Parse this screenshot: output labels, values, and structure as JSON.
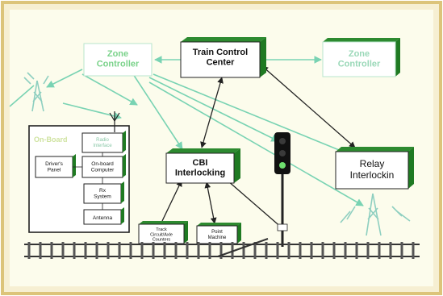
{
  "diagram": {
    "nodes": {
      "zone_left": "Zone\nController",
      "tcc": "Train Control\nCenter",
      "zone_right": "Zone\nController",
      "cbi": "CBI\nInterlocking",
      "relay": "Relay\nInterlockin",
      "onboard_title": "On-Board",
      "radio": "Radio\nInterface",
      "drivers_panel": "Driver's\nPanel",
      "onboard_computer": "On-board\nComputer",
      "rx_system": "Rx\nSystem",
      "antenna": "Antenna",
      "track_circuit": "Track\nCircuit/Axle\nCounters",
      "point_machine": "Point\nMachine"
    },
    "colors": {
      "frame": "#dcc47a",
      "panel": "#fcfcec",
      "box_fill": "#ffffff",
      "box_shadow": "#1f7a22",
      "dark_text": "#111111",
      "green_text": "#7ad28a",
      "green_link": "#79d3b3",
      "dark_link": "#222222",
      "track": "#333333"
    }
  }
}
